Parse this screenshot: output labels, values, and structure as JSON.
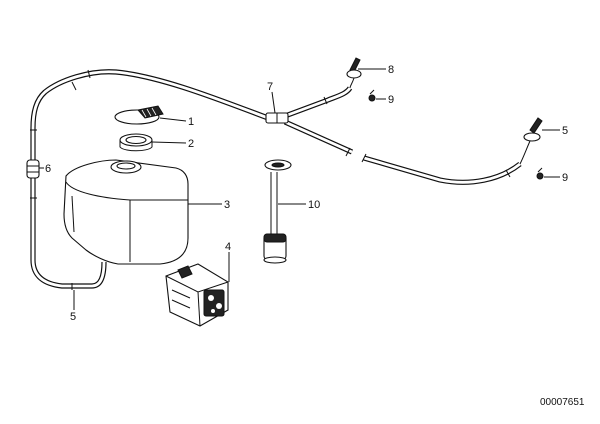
{
  "diagram": {
    "reference_number": "00007651",
    "callouts": [
      {
        "id": "1",
        "label": "1"
      },
      {
        "id": "2",
        "label": "2"
      },
      {
        "id": "3",
        "label": "3"
      },
      {
        "id": "4",
        "label": "4"
      },
      {
        "id": "5",
        "label": "5"
      },
      {
        "id": "6",
        "label": "6"
      },
      {
        "id": "7",
        "label": "7"
      },
      {
        "id": "8",
        "label": "8"
      },
      {
        "id": "9a",
        "label": "9"
      },
      {
        "id": "5b",
        "label": "5"
      },
      {
        "id": "9b",
        "label": "9"
      },
      {
        "id": "10",
        "label": "10"
      }
    ]
  }
}
